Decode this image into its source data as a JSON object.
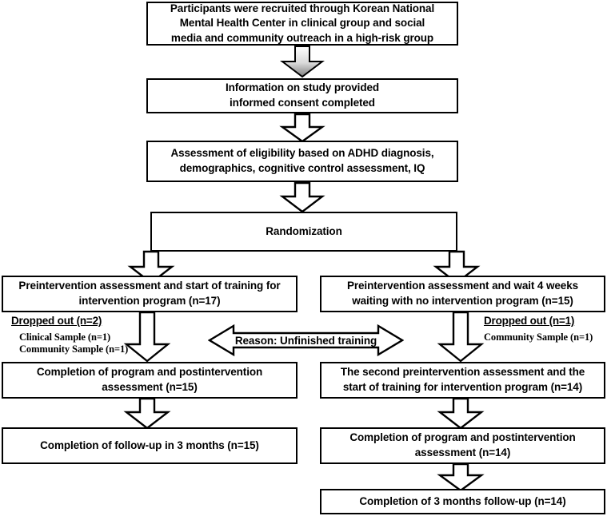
{
  "diagram": {
    "title": "CONSORT-style participant flow diagram",
    "colors": {
      "box_border": "#000000",
      "box_fill": "#ffffff",
      "arrow_stroke": "#000000",
      "arrow_fill": "#ffffff",
      "arrow_gradient_top": "#ffffff",
      "arrow_gradient_bottom": "#888888",
      "text": "#000000"
    }
  },
  "nodes": {
    "recruitment": {
      "label": "Participants were recruited through Korean National\nMental Health Center in clinical group and social\nmedia and community outreach in a high-risk group"
    },
    "information": {
      "label": "Information on study provided\ninformed consent completed"
    },
    "eligibility": {
      "label": "Assessment of eligibility based on ADHD diagnosis,\ndemographics, cognitive control assessment, IQ"
    },
    "randomization": {
      "label": "Randomization"
    },
    "left_pre": {
      "label": "Preintervention assessment and start of training for\nintervention program (n=17)"
    },
    "right_pre": {
      "label": "Preintervention assessment and wait 4 weeks\nwaiting with no intervention program (n=15)"
    },
    "left_completion": {
      "label": "Completion of program and postintervention\nassessment (n=15)"
    },
    "right_second_pre": {
      "label": "The second preintervention assessment and the\nstart of training for intervention program (n=14)"
    },
    "left_followup": {
      "label": "Completion of follow-up in 3 months (n=15)"
    },
    "right_completion": {
      "label": "Completion of program and postintervention\nassessment (n=14)"
    },
    "right_followup": {
      "label": "Completion of 3 months follow-up (n=14)"
    }
  },
  "annotations": {
    "left_dropout": {
      "title": "Dropped out (n=2)",
      "lines": [
        "Clinical Sample (n=1)",
        "Community Sample (n=1)"
      ]
    },
    "right_dropout": {
      "title": "Dropped out (n=1)",
      "lines": [
        "Community Sample (n=1)"
      ]
    },
    "reason_arrow": {
      "label": "Reason: Unfinished training"
    }
  }
}
